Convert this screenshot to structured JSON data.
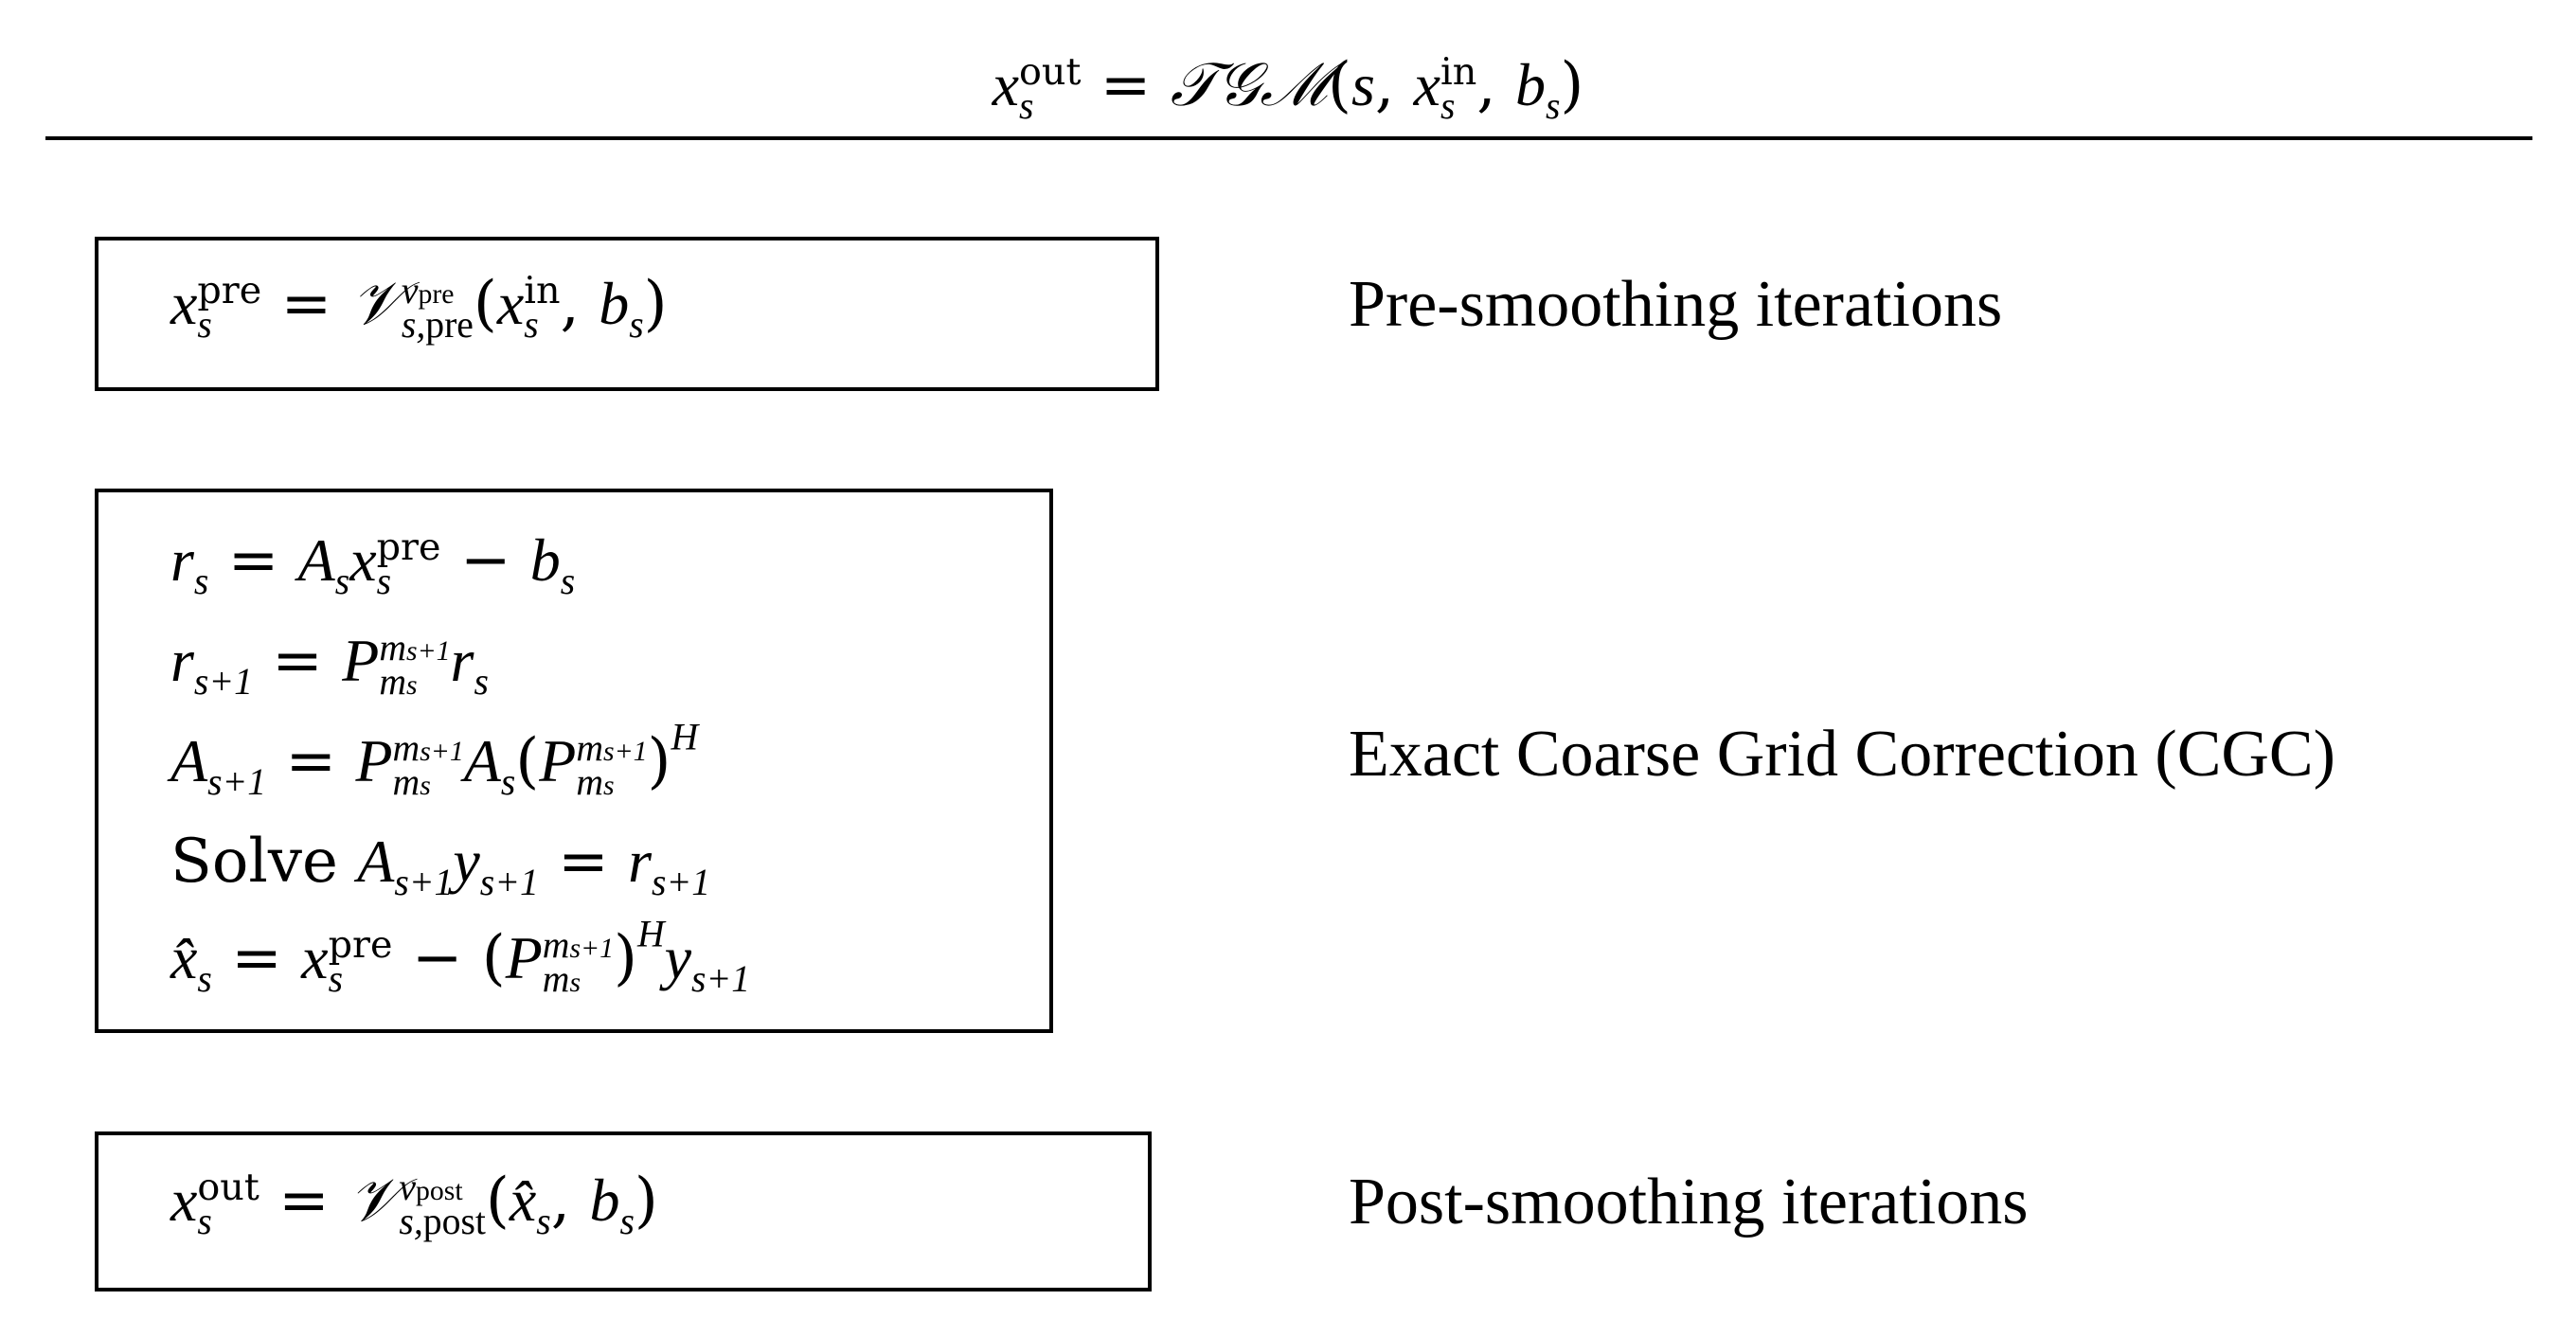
{
  "header": {
    "formula_text": "x_s^out = TGM(s, x_s^in, b_s)"
  },
  "steps": [
    {
      "formula_text": "x_s^pre = V_{s,pre}^{ν_pre}(x_s^in, b_s)",
      "label": "Pre-smoothing iterations"
    },
    {
      "formula_lines": [
        "r_s = A_s x_s^pre − b_s",
        "r_{s+1} = P_{m_s}^{m_{s+1}} r_s",
        "A_{s+1} = P_{m_s}^{m_{s+1}} A_s (P_{m_s}^{m_{s+1}})^H",
        "Solve A_{s+1} y_{s+1} = r_{s+1}",
        "x̂_s = x_s^pre − (P_{m_s}^{m_{s+1}})^H y_{s+1}"
      ],
      "solve_word": "Solve",
      "label": "Exact Coarse Grid Correction (CGC)"
    },
    {
      "formula_text": "x_s^out = V_{s,post}^{ν_post}(x̂_s, b_s)",
      "label": "Post-smoothing iterations"
    }
  ]
}
